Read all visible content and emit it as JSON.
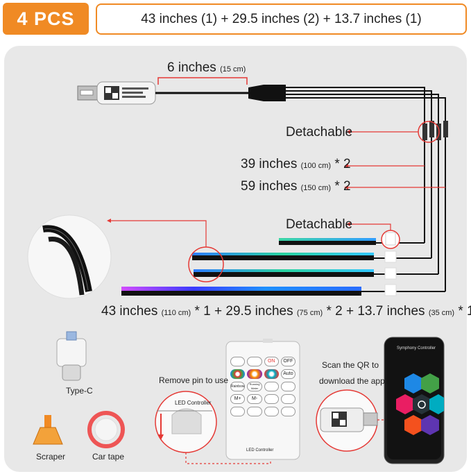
{
  "header": {
    "badge": "4 PCS",
    "spec": "43 inches (1) + 29.5 inches (2) + 13.7 inches (1)"
  },
  "diagram": {
    "cable_length": "6 inches",
    "cable_length_metric": "(15 cm)",
    "detachable_label_1": "Detachable",
    "detachable_label_2": "Detachable",
    "ext_39": "39 inches",
    "ext_39_metric": "(100 cm)",
    "ext_39_qty": "* 2",
    "ext_59": "59 inches",
    "ext_59_metric": "(150 cm)",
    "ext_59_qty": "* 2",
    "strips": {
      "a": "43 inches",
      "a_metric": "(110 cm)",
      "a_qty": "* 1 +",
      "b": "29.5 inches",
      "b_metric": "(75 cm)",
      "b_qty": "* 2 +",
      "c": "13.7 inches",
      "c_metric": "(35 cm)",
      "c_qty": "* 1"
    }
  },
  "accessories": {
    "adapter": "Type-C",
    "scraper": "Scraper",
    "tape": "Car tape",
    "remove_pin": "Remove pin to use",
    "led_controller": "LED Controller",
    "scan_qr_1": "Scan the QR to",
    "scan_qr_2": "download the app",
    "app_title": "Symphony Controller"
  },
  "remote": {
    "buttons": [
      "ON",
      "OFF",
      "Auto",
      "Rainbow",
      "Running Water",
      "M+",
      "M-"
    ],
    "label": "LED Controller"
  },
  "colors": {
    "accent": "#f08a24",
    "annotation_red": "#e53935",
    "panel_bg": "#e8e8e8"
  }
}
